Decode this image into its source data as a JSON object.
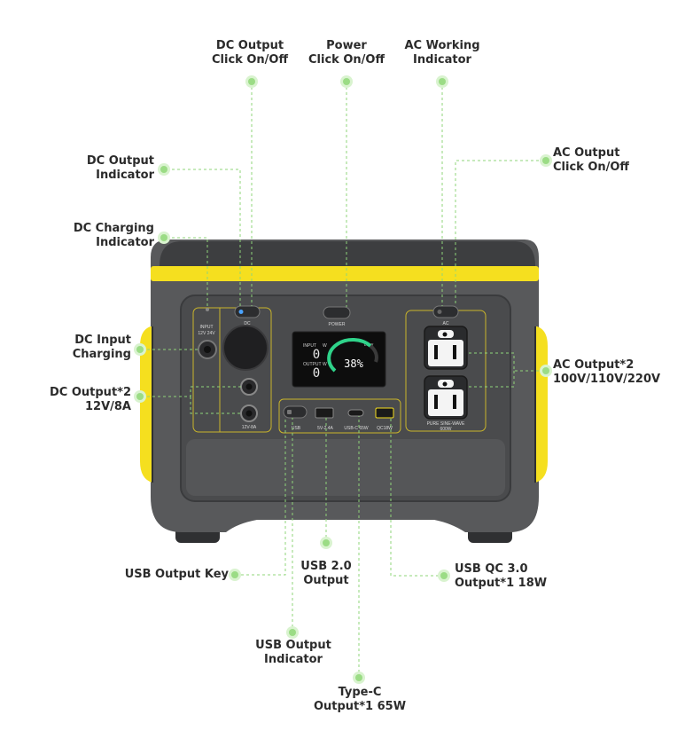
{
  "colors": {
    "leader": "#8fd47a",
    "dot": "#9bdc85",
    "dot_glow": "#d9f3cf",
    "body_gray": "#58595b",
    "body_dark": "#3d3e40",
    "accent_yellow": "#f5df1f",
    "panel": "#4a4b4d",
    "screen_bg": "#0d0d0d",
    "screen_accent": "#2fd38a"
  },
  "labels": {
    "dc_output_click": [
      "DC Output",
      "Click On/Off"
    ],
    "power_click": [
      "Power",
      "Click On/Off"
    ],
    "ac_working": [
      "AC Working",
      "Indicator"
    ],
    "dc_output_indicator": [
      "DC Output",
      "Indicator"
    ],
    "ac_output_click": [
      "AC Output",
      "Click On/Off"
    ],
    "dc_charging": [
      "DC Charging",
      "Indicator"
    ],
    "dc_input": [
      "DC Input",
      "Charging"
    ],
    "dc_output_x2": [
      "DC Output*2",
      "12V/8A"
    ],
    "ac_output_x2": [
      "AC Output*2",
      "100V/110V/220V"
    ],
    "usb_output_key": [
      "USB Output Key"
    ],
    "usb20": [
      "USB 2.0",
      "Output"
    ],
    "usb_qc": [
      "USB QC 3.0",
      "Output*1 18W"
    ],
    "usb_indicator": [
      "USB Output",
      "Indicator"
    ],
    "type_c": [
      "Type-C",
      "Output*1 65W"
    ]
  },
  "device": {
    "input_label": [
      "INPUT",
      "12V 24V"
    ],
    "dc_button_label": "DC",
    "power_button_label": "POWER",
    "ac_button_label": "AC",
    "dc_rating_label": "12V-8A",
    "ac_panel_label": [
      "PURE SINE-WAVE",
      "600W"
    ],
    "usb_labels": [
      "USB",
      "5V-2.4A",
      "USB-C 65W",
      "QC18W"
    ],
    "screen": {
      "input_label": "INPUT",
      "input_unit": "W",
      "output_label": "OUTPUT",
      "output_unit": "W",
      "input_value": "0",
      "output_value": "0",
      "percent": "38%",
      "low_label": "LOW"
    }
  }
}
